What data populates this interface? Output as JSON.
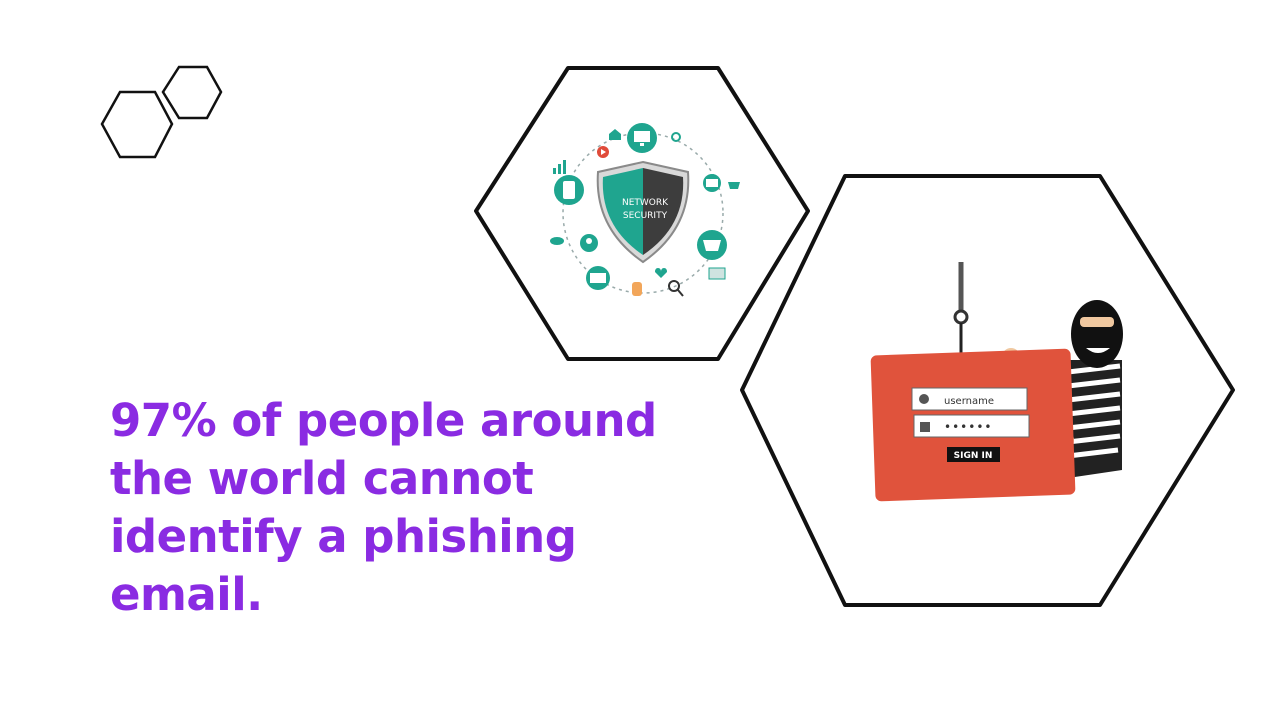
{
  "slide": {
    "headline_lines": [
      "97% of people around",
      "the world cannot",
      "identify a phishing",
      "email."
    ],
    "accent_color": "#8A2BE2"
  },
  "network_security_graphic": {
    "label_line1": "NETWORK",
    "label_line2": "SECURITY",
    "icons": [
      "monitor-icon",
      "home-icon",
      "gear-icon",
      "chart-icon",
      "tablet-icon",
      "play-icon",
      "mail-icon",
      "cart-icon",
      "search-icon",
      "shopping-basket-icon",
      "person-icon",
      "cloud-icon",
      "hand-icon",
      "card-icon",
      "book-icon",
      "heart-icon"
    ],
    "teal_color": "#1FA58F"
  },
  "phishing_graphic": {
    "username_label": "username",
    "password_mask": "••••••",
    "signin_label": "SIGN IN",
    "card_color": "#E0533C"
  }
}
